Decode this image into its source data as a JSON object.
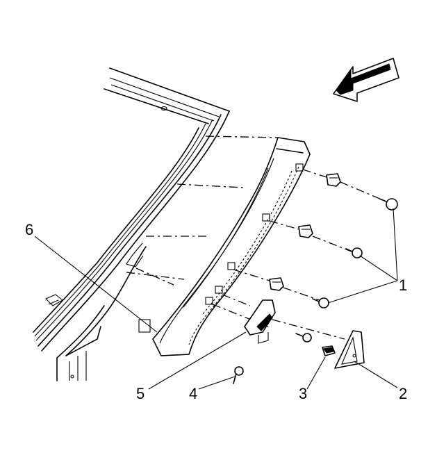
{
  "callouts": {
    "c1": "1",
    "c2": "2",
    "c3": "3",
    "c4": "4",
    "c5": "5",
    "c6": "6"
  },
  "colors": {
    "line": "#000000",
    "background": "#ffffff"
  },
  "icons": {
    "view_direction": "direction-arrow-icon"
  }
}
